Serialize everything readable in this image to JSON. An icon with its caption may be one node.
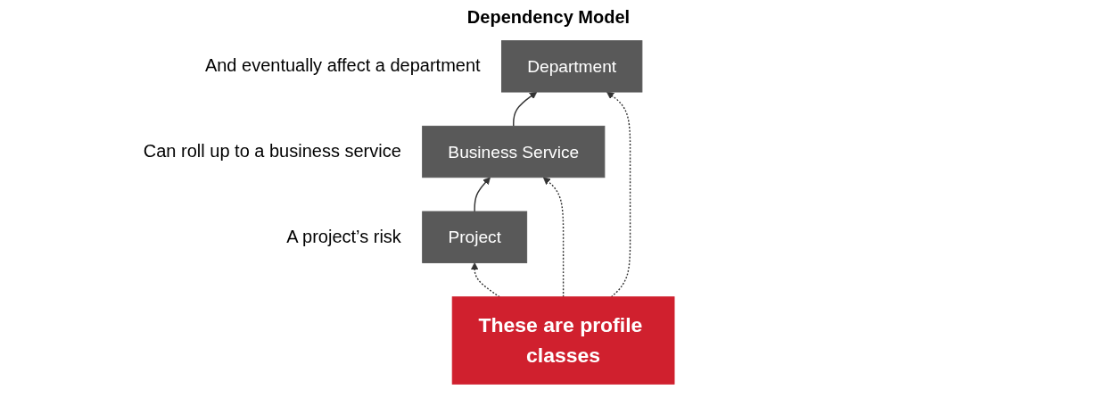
{
  "diagram": {
    "title": "Dependency Model",
    "nodes": [
      {
        "text": [
          "Department"
        ],
        "beside": [
          "And eventually affect a department"
        ]
      },
      {
        "text": [
          "Business Service"
        ],
        "beside": [
          "Can roll up to a business service"
        ]
      },
      {
        "text": [
          "Project"
        ],
        "beside": [
          "A project’s risk"
        ]
      },
      {
        "text": [
          "These are profile classes"
        ]
      }
    ],
    "edges": [
      {
        "from": 2,
        "to": 1,
        "arrow": "to"
      },
      {
        "from": 1,
        "to": 0,
        "arrow": "to"
      },
      {
        "from": 3,
        "to": 0,
        "arrow": "to",
        "style": "dashed"
      },
      {
        "from": 3,
        "to": 1,
        "arrow": "to",
        "style": "dashed"
      },
      {
        "from": 3,
        "to": 2,
        "arrow": "to",
        "style": "dashed"
      }
    ]
  }
}
